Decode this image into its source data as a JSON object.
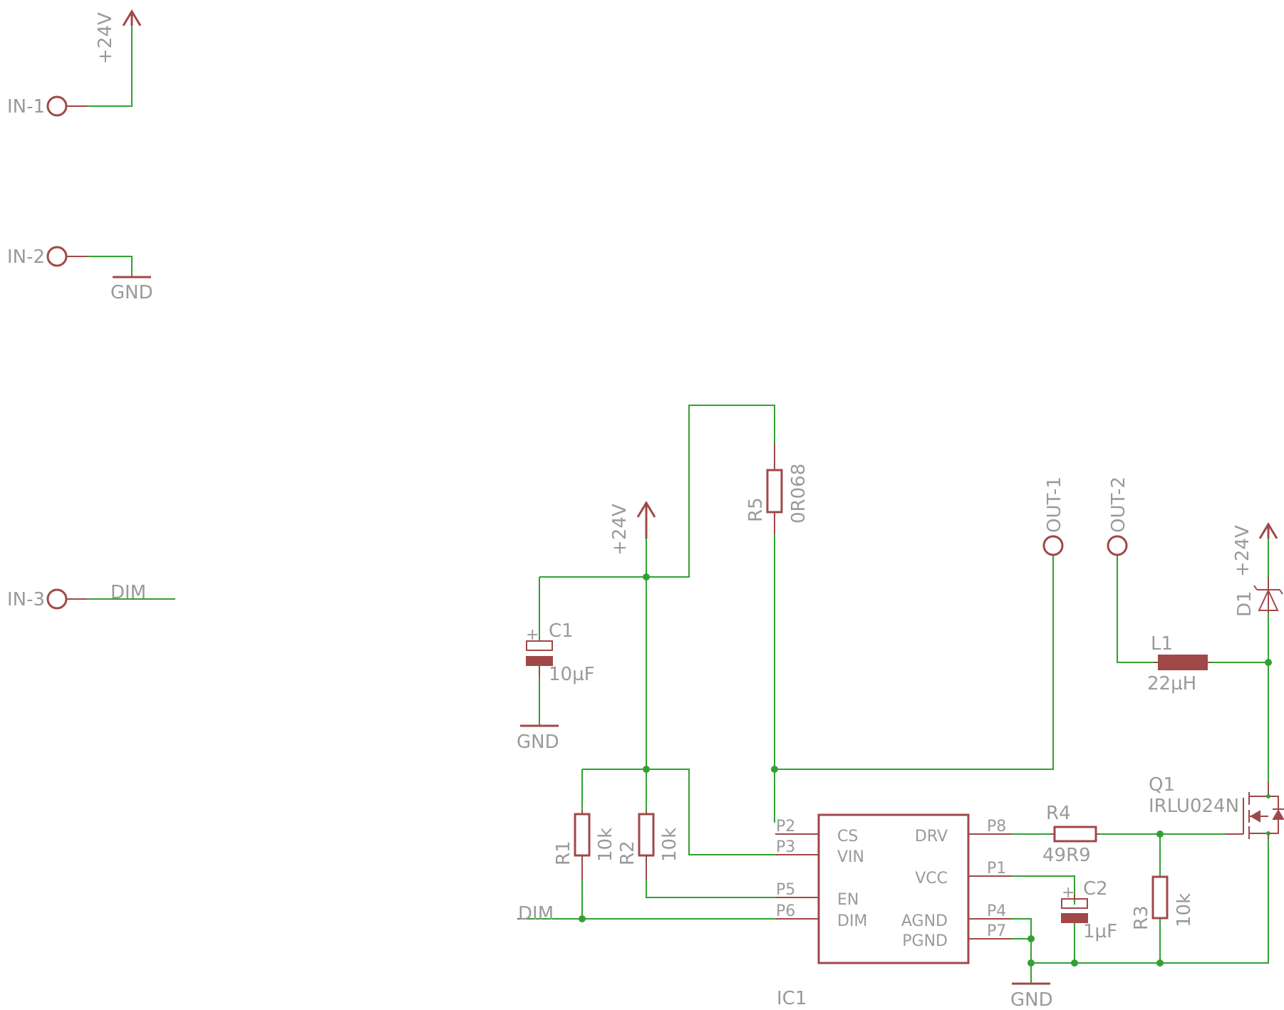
{
  "connectors": [
    {
      "label": "IN-1",
      "net": "+24V"
    },
    {
      "label": "IN-2",
      "net": "GND"
    },
    {
      "label": "IN-3",
      "net": "DIM"
    },
    {
      "label": "OUT-1"
    },
    {
      "label": "OUT-2"
    }
  ],
  "supply_labels": {
    "in1_supply": "+24V",
    "in2_ground": "GND",
    "in3_net": "DIM",
    "main_supply": "+24V",
    "c1_ground": "GND",
    "diode_supply": "+24V",
    "dim_net": "DIM",
    "ic_ground": "GND"
  },
  "components": {
    "C1": {
      "name": "C1",
      "value": "10µF",
      "plus": "+"
    },
    "C2": {
      "name": "C2",
      "value": "1µF",
      "plus": "+"
    },
    "R1": {
      "name": "R1",
      "value": "10k"
    },
    "R2": {
      "name": "R2",
      "value": "10k"
    },
    "R3": {
      "name": "R3",
      "value": "10k"
    },
    "R4": {
      "name": "R4",
      "value": "49R9"
    },
    "R5": {
      "name": "R5",
      "value": "0R068"
    },
    "L1": {
      "name": "L1",
      "value": "22µH"
    },
    "D1": {
      "name": "D1"
    },
    "Q1": {
      "name": "Q1",
      "value": "IRLU024N"
    },
    "IC1": {
      "name": "IC1",
      "left_pins": [
        {
          "pin": "P2",
          "signal": "CS"
        },
        {
          "pin": "P3",
          "signal": "VIN"
        },
        {
          "pin": "P5",
          "signal": "EN"
        },
        {
          "pin": "P6",
          "signal": "DIM"
        }
      ],
      "right_pins": [
        {
          "pin": "P8",
          "signal": "DRV"
        },
        {
          "pin": "P1",
          "signal": "VCC"
        },
        {
          "pin": "P4",
          "signal": "AGND"
        },
        {
          "pin": "P7",
          "signal": "PGND"
        }
      ]
    }
  }
}
